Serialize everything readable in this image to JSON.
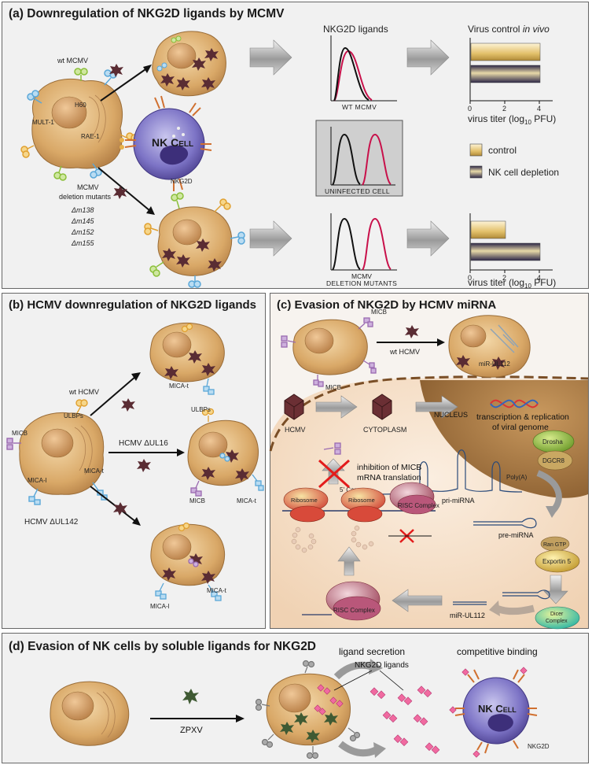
{
  "panel_a": {
    "title": "(a) Downregulation of NKG2D ligands by MCMV",
    "wt_mcmv": "wt MCMV",
    "ligands": {
      "h60": "H60",
      "mult1": "MULT-1",
      "rae1": "RAE-1"
    },
    "nk_cell": "NK Cell",
    "nkg2d": "NKG2D",
    "deletion_caption": [
      "MCMV",
      "deletion mutants"
    ],
    "mutants": [
      "Δm138",
      "Δm145",
      "Δm152",
      "Δm155"
    ],
    "histogram_title": "NKG2D ligands",
    "hist_top_label": "WT  MCMV",
    "hist_mid_label": "UNINFECTED CELL",
    "hist_bottom_label": [
      "MCMV",
      "DELETION MUTANTS"
    ],
    "virus_control_title": "Virus control in vivo",
    "virus_control_title_plain": "Virus control ",
    "virus_control_title_italic": "in vivo",
    "xaxis_label": "virus titer (log",
    "xaxis_sub": "10",
    "xaxis_unit": " PFU)",
    "xticks": [
      "0",
      "2",
      "4"
    ],
    "legend": {
      "control": "control",
      "depletion": "NK cell depletion"
    },
    "colors": {
      "control": "#e8c97a",
      "depletion": "#4a3f70",
      "red_curve": "#c8104a"
    }
  },
  "chart_data": [
    {
      "type": "bar",
      "title": "Virus control in vivo",
      "xlabel": "virus titer (log10 PFU)",
      "xlim": [
        0,
        4.5
      ],
      "categories": [
        "wt MCMV"
      ],
      "series": [
        {
          "name": "control",
          "values": [
            4
          ]
        },
        {
          "name": "NK cell depletion",
          "values": [
            4
          ]
        }
      ]
    },
    {
      "type": "bar",
      "title": "",
      "xlabel": "virus titer (log10 PFU)",
      "xlim": [
        0,
        4.5
      ],
      "categories": [
        "MCMV deletion mutants"
      ],
      "series": [
        {
          "name": "control",
          "values": [
            2
          ]
        },
        {
          "name": "NK cell depletion",
          "values": [
            4
          ]
        }
      ]
    }
  ],
  "panel_b": {
    "title": "(b) HCMV downregulation of NKG2D ligands",
    "wt_hcmv": "wt HCMV",
    "ul16": "HCMV ΔUL16",
    "ul142": "HCMV ΔUL142",
    "ulbps": "ULBPs",
    "micb": "MICB",
    "mica_l": "MICA-l",
    "mica_t": "MICA-t"
  },
  "panel_c": {
    "title": "(c) Evasion of NKG2D by HCMV miRNA",
    "micb": "MICB",
    "wt_hcmv": "wt HCMV",
    "mir": "miR-UL112",
    "hcmv": "HCMV",
    "cytoplasm": "CYTOPLASM",
    "nucleus": "NUCLEUS",
    "transcription": [
      "transcription & replication",
      "of viral genome"
    ],
    "drosha": "Drosha",
    "dgcr8": "DGCR8",
    "cap": "5' Cap",
    "polya": "Poly(A)",
    "pri_mirna": "pri-miRNA",
    "pre_mirna": "pre-miRNA",
    "ran_gtp": "Ran GTP",
    "exportin": "Exportin 5",
    "dicer": [
      "Dicer",
      "Complex"
    ],
    "risc": "RISC Complex",
    "ribosome": "Ribosome",
    "inhibition": [
      "inhibition of MICB",
      "mRNA translation"
    ],
    "mir_bottom": "miR-UL112"
  },
  "panel_d": {
    "title": "(d) Evasion of NK cells by soluble ligands for NKG2D",
    "zpxv": "ZPXV",
    "secretion": "ligand secretion",
    "ligands": "NKG2D ligands",
    "competitive": "competitive binding",
    "nk_cell": "NK Cell",
    "nkg2d": "NKG2D"
  }
}
